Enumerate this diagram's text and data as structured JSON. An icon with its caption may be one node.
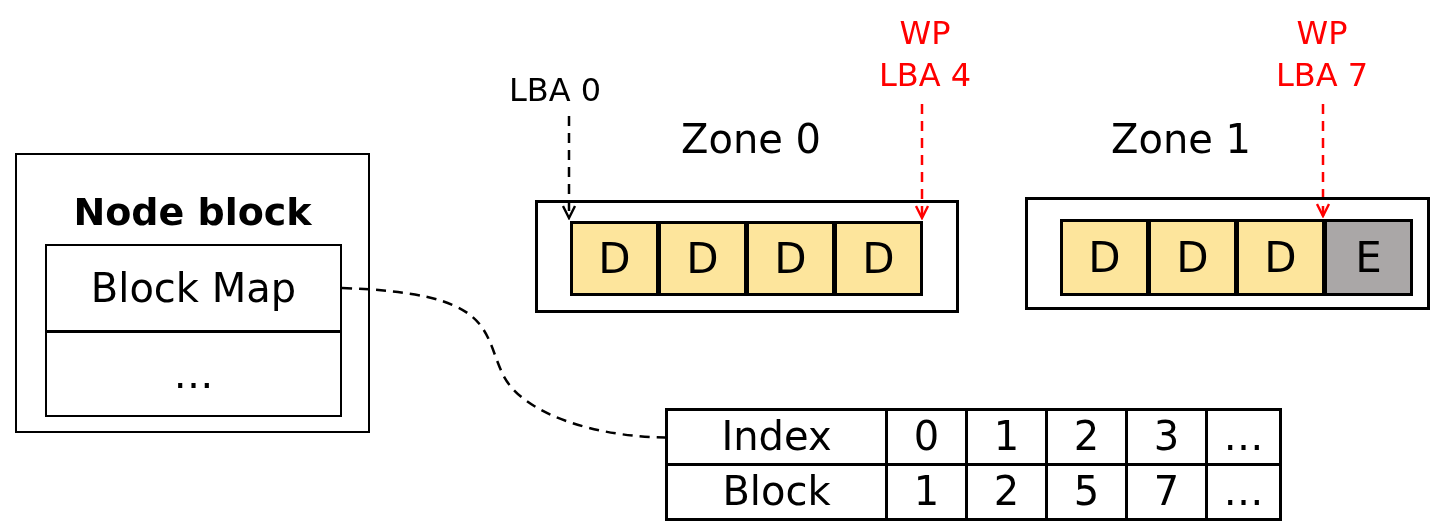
{
  "diagram": {
    "nodes": [
      {
        "text": [
          "Node block"
        ]
      },
      {
        "text": [
          "Block Map"
        ],
        "in": 0
      },
      {
        "text": [
          "…"
        ],
        "in": 0
      },
      {
        "text": [
          "Zone 0"
        ]
      },
      {
        "text": [
          "D"
        ],
        "in": 3
      },
      {
        "text": [
          "D"
        ],
        "in": 3
      },
      {
        "text": [
          "D"
        ],
        "in": 3
      },
      {
        "text": [
          "D"
        ],
        "in": 3
      },
      {
        "text": [
          "Zone 1"
        ]
      },
      {
        "text": [
          "D"
        ],
        "in": 8
      },
      {
        "text": [
          "D"
        ],
        "in": 8
      },
      {
        "text": [
          "D"
        ],
        "in": 8
      },
      {
        "text": [
          "E"
        ],
        "in": 8
      },
      {
        "text": [
          "LBA 0"
        ]
      },
      {
        "text": [
          "WP",
          "LBA 4"
        ]
      },
      {
        "text": [
          "WP",
          "LBA 7"
        ]
      },
      {
        "text": [
          "Index",
          "0",
          "1",
          "2",
          "3",
          "…",
          "Block",
          "1",
          "2",
          "5",
          "7",
          "…"
        ]
      }
    ],
    "edges": [
      {
        "from": 13,
        "to": 4,
        "arrow": "to",
        "style": "dashed"
      },
      {
        "from": 14,
        "to": 7,
        "arrow": "to",
        "style": "dashed",
        "color": "#ff0000"
      },
      {
        "from": 15,
        "to": 12,
        "arrow": "to",
        "style": "dashed",
        "color": "#ff0000"
      },
      {
        "from": 1,
        "to": 16,
        "arrow": "none",
        "style": "dashed"
      }
    ]
  }
}
